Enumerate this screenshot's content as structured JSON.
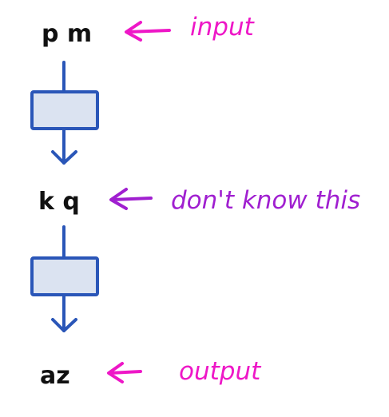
{
  "colors": {
    "text": "#111111",
    "box_fill": "#dbe3f1",
    "box_stroke": "#2a56b8",
    "connector": "#2a56b8",
    "input_note": "#ee17c7",
    "hidden_note": "#a01fd0",
    "output_note": "#ee17c7"
  },
  "stages": {
    "input_value": "p m",
    "hidden_value": "k q",
    "output_value": "az"
  },
  "annotations": {
    "input_label": "input",
    "hidden_label": "don't know this",
    "output_label": "output"
  }
}
